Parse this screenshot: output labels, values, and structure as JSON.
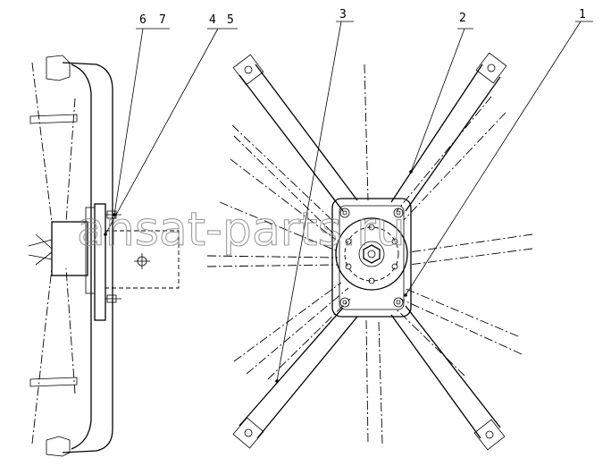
{
  "labels": {
    "l1": "1",
    "l2": "2",
    "l3": "3",
    "l4": "4",
    "l5": "5",
    "l6": "6",
    "l7": "7"
  },
  "watermark": "ansat-parts.ru",
  "colors": {
    "line": "#000000",
    "watermark": "#8a8a8a",
    "background": "#ffffff"
  }
}
